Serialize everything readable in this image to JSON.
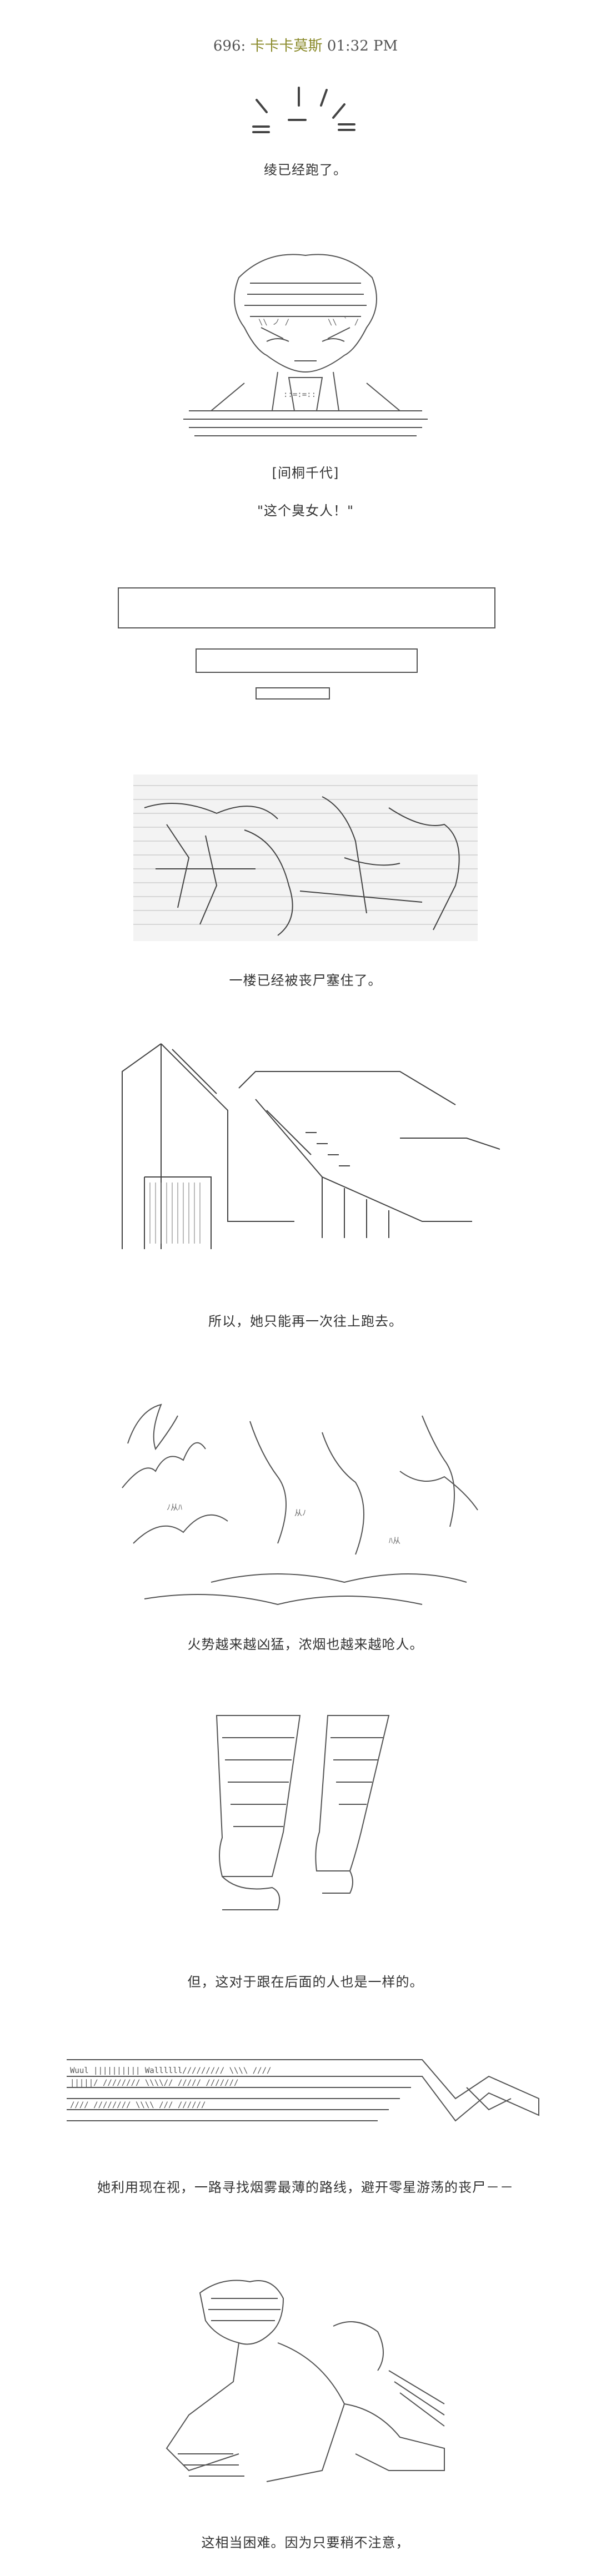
{
  "post_header": {
    "number": "696",
    "separator": ":",
    "name": "卡卡卡莫斯",
    "time": "01:32 PM"
  },
  "captions": [
    "绫已经跑了。",
    "[间桐千代]",
    "\"这个臭女人！\"",
    "一楼已经被丧尸塞住了。",
    "所以，她只能再一次往上跑去。",
    "火势越来越凶猛，浓烟也越来越呛人。",
    "但，这对于跟在后面的人也是一样的。",
    "她利用现在视，一路寻找烟雾最薄的路线，避开零星游荡的丧尸－－",
    "这相当困难。因为只要稍不注意，"
  ],
  "art_descriptions": []
}
